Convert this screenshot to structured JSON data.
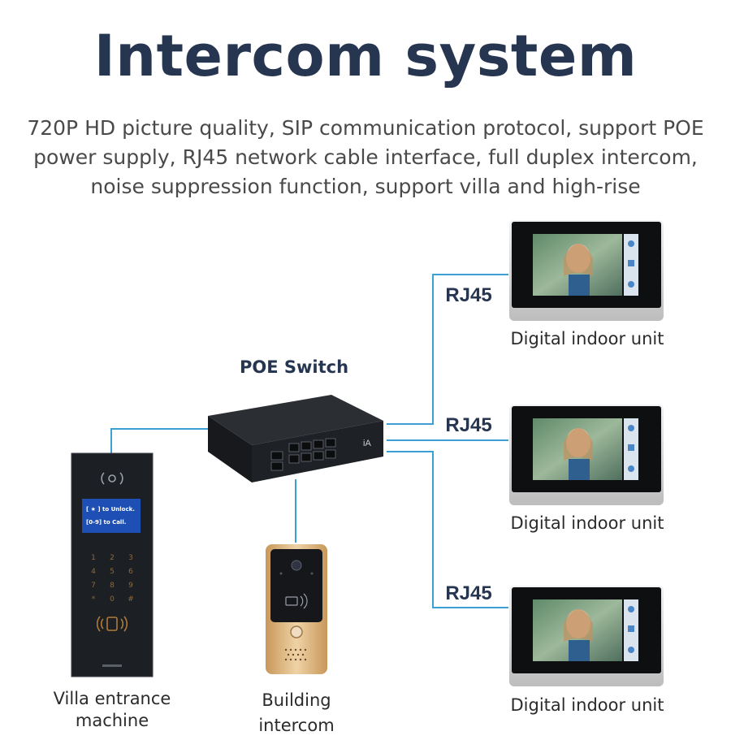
{
  "header": {
    "title": "Intercom system",
    "subtitle_lines": [
      "720P HD picture quality, SIP communication protocol, support POE",
      "power supply, RJ45 network cable interface, full duplex intercom,",
      "noise suppression function, support villa and high-rise"
    ]
  },
  "switch": {
    "label": "POE Switch",
    "brand_mark": "iA"
  },
  "links": {
    "rj45_top": "RJ45",
    "rj45_mid": "RJ45",
    "rj45_bottom": "RJ45"
  },
  "indoor_units": [
    {
      "label": "Digital indoor unit"
    },
    {
      "label": "Digital indoor unit"
    },
    {
      "label": "Digital indoor unit"
    }
  ],
  "villa": {
    "label_line1": "Villa entrance",
    "label_line2": "machine",
    "screen_line1": "[ ★ ] to Unlock.",
    "screen_line2": "[0-9] to Call.",
    "keys": [
      "1",
      "2",
      "3",
      "4",
      "5",
      "6",
      "7",
      "8",
      "9",
      "*",
      "0",
      "#"
    ]
  },
  "building": {
    "label_line1": "Building",
    "label_line2": "intercom"
  },
  "colors": {
    "title": "#263550",
    "line": "#3aa0d6",
    "device_dark": "#1c1f24",
    "gold": "#d9b47c"
  }
}
